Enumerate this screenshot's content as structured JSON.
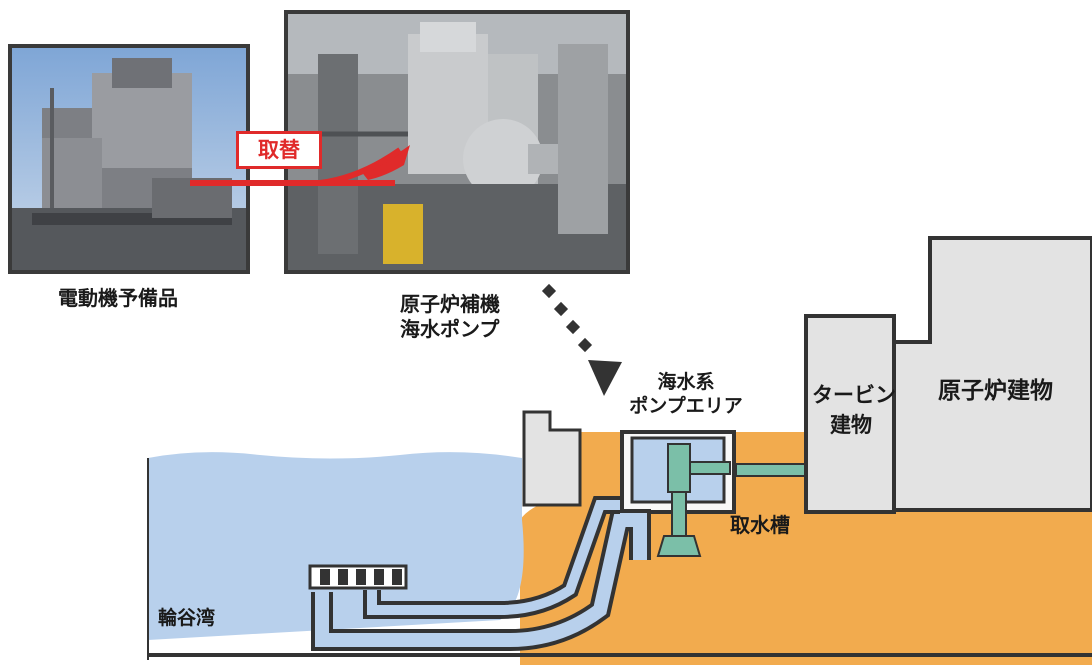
{
  "photos": {
    "spare_motor_caption": "電動機予備品",
    "pump_caption_line1": "原子炉補機",
    "pump_caption_line2": "海水ポンプ"
  },
  "replace_label": "取替",
  "diagram": {
    "pump_area_line1": "海水系",
    "pump_area_line2": "ポンプエリア",
    "turbine_line1": "タービン",
    "turbine_line2": "建物",
    "reactor_building": "原子炉建物",
    "intake_tank": "取水槽",
    "bay": "輪谷湾"
  },
  "colors": {
    "sea": "#b8d0ec",
    "ground": "#f2ab4e",
    "building_fill": "#e3e3e3",
    "building_stroke": "#333333",
    "pump": "#7bbfa8",
    "accent_red": "#e02a2a"
  }
}
